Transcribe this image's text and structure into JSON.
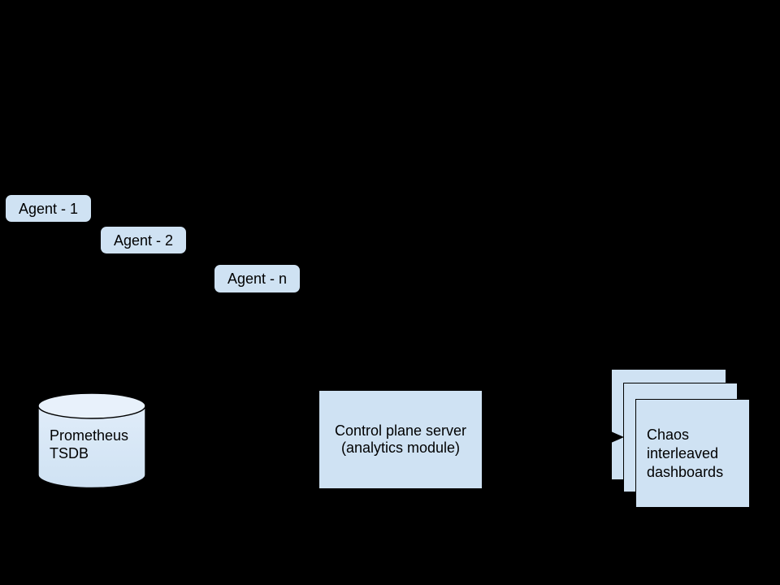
{
  "diagram": {
    "background_color": "#000000",
    "node_fill_color": "#cfe2f3",
    "cylinder_top_fill_color": "#e8f1fb",
    "outline_color": "#000000",
    "text_color": "#000000",
    "agents": [
      {
        "label": "Agent - 1"
      },
      {
        "label": "Agent - 2"
      },
      {
        "label": "Agent - n"
      }
    ],
    "tsdb": {
      "lines": [
        "Prometheus",
        "TSDB"
      ]
    },
    "control_plane": {
      "lines": [
        "Control plane server",
        "(analytics module)"
      ]
    },
    "dashboards": {
      "lines": [
        "Chaos",
        "interleaved",
        "dashboards"
      ]
    }
  }
}
